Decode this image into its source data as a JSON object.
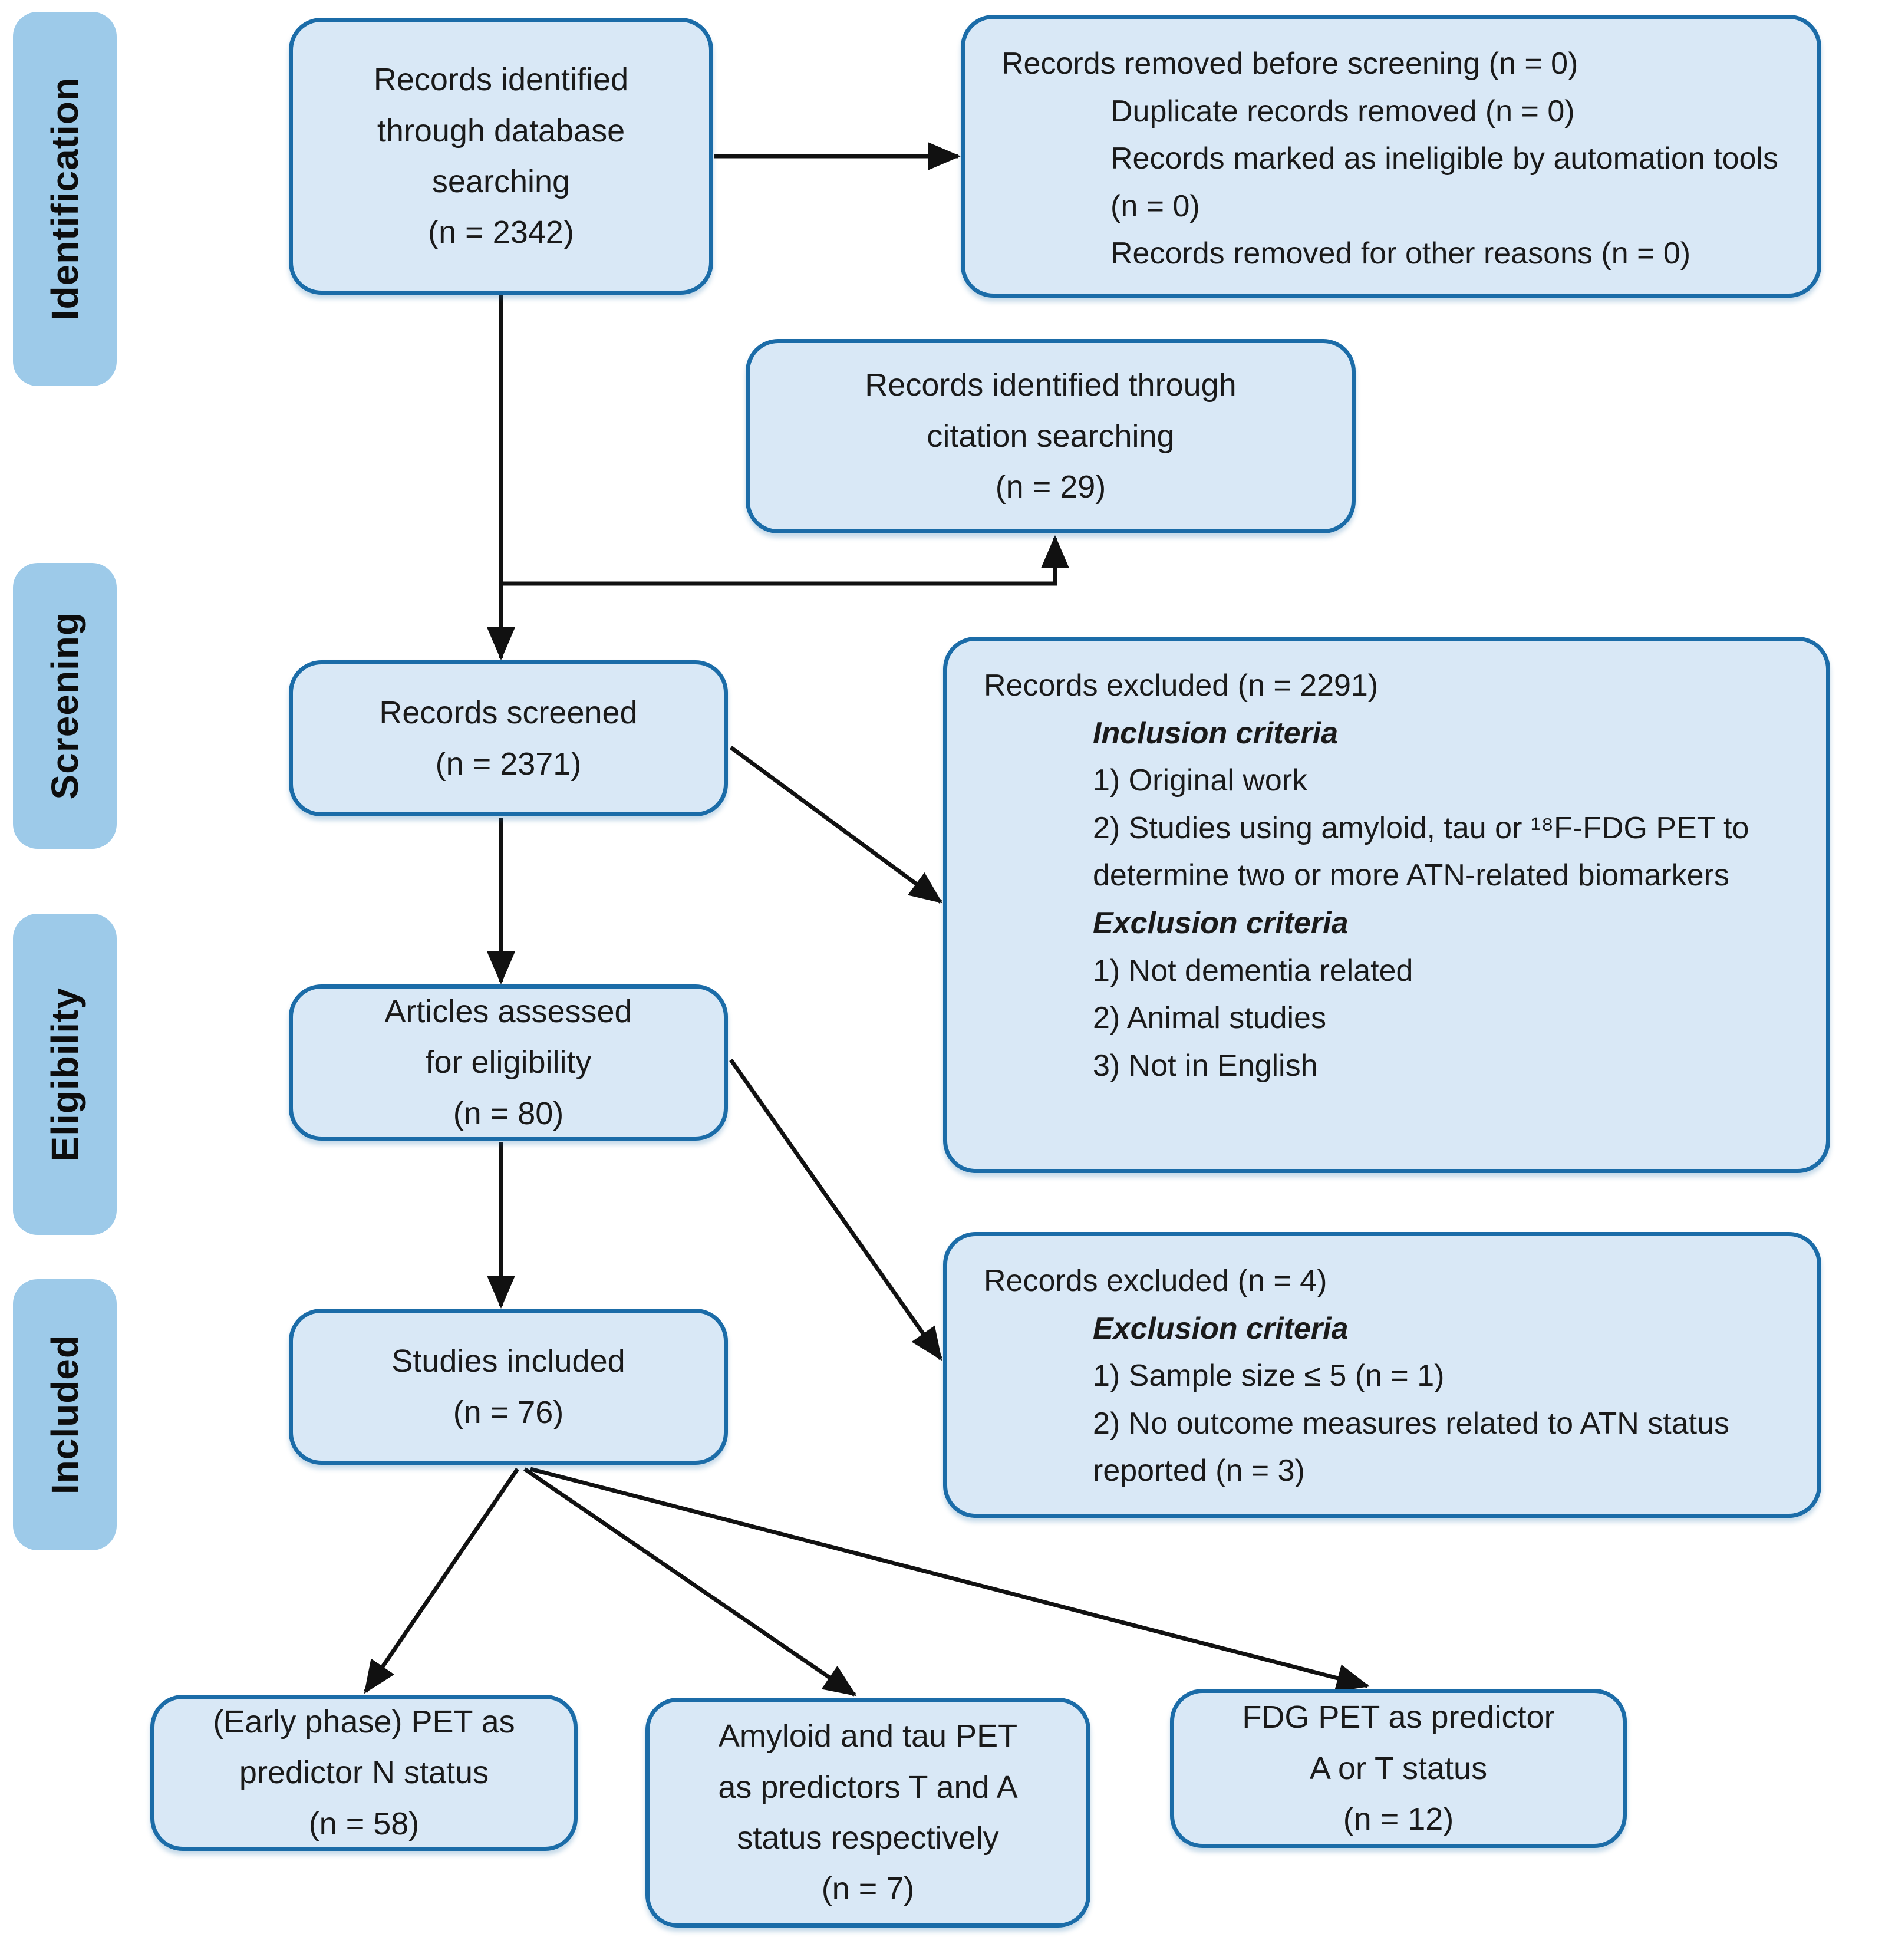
{
  "diagram": {
    "stages": [
      "Identification",
      "Screening",
      "Eligibility",
      "Included"
    ],
    "colors": {
      "box_fill": "#d9e8f6",
      "box_border": "#1b6ca8",
      "stage_fill": "#9dcae9",
      "arrow": "#111111",
      "text": "#1a1a1a"
    },
    "boxes": {
      "identified": {
        "label": "Records identified\nthrough database\nsearching",
        "count": "(n = 2342)"
      },
      "removed": {
        "title": "Records removed before screening (n = 0)",
        "items": [
          "Duplicate records removed (n = 0)",
          "Records marked as ineligible by automation tools (n = 0)",
          "Records removed for other reasons (n = 0)"
        ]
      },
      "citation": {
        "label": "Records identified through\ncitation searching",
        "count": "(n = 29)"
      },
      "screened": {
        "label": "Records screened",
        "count": "(n = 2371)"
      },
      "excluded_screening": {
        "title": "Records excluded (n = 2291)",
        "inclusion_heading": "Inclusion criteria",
        "inclusion_items": [
          "1) Original work",
          "2) Studies using amyloid, tau or ¹⁸F-FDG PET to determine two or more ATN-related biomarkers"
        ],
        "exclusion_heading": "Exclusion criteria",
        "exclusion_items": [
          "1) Not dementia related",
          "2) Animal studies",
          "3) Not in English"
        ]
      },
      "assessed": {
        "label": "Articles assessed\nfor eligibility",
        "count": "(n = 80)"
      },
      "excluded_eligibility": {
        "title": "Records excluded (n = 4)",
        "exclusion_heading": "Exclusion criteria",
        "exclusion_items": [
          "1) Sample size ≤ 5 (n = 1)",
          "2) No outcome measures related to ATN status reported (n = 3)"
        ]
      },
      "included": {
        "label": "Studies included",
        "count": "(n = 76)"
      },
      "outcome_n": {
        "label": "(Early phase) PET as\npredictor N status",
        "count": "(n = 58)"
      },
      "outcome_ta": {
        "label": "Amyloid and tau PET\nas predictors T and A\nstatus respectively",
        "count": "(n = 7)"
      },
      "outcome_fdg": {
        "label": "FDG PET as predictor\nA or T status",
        "count": "(n = 12)"
      }
    }
  }
}
